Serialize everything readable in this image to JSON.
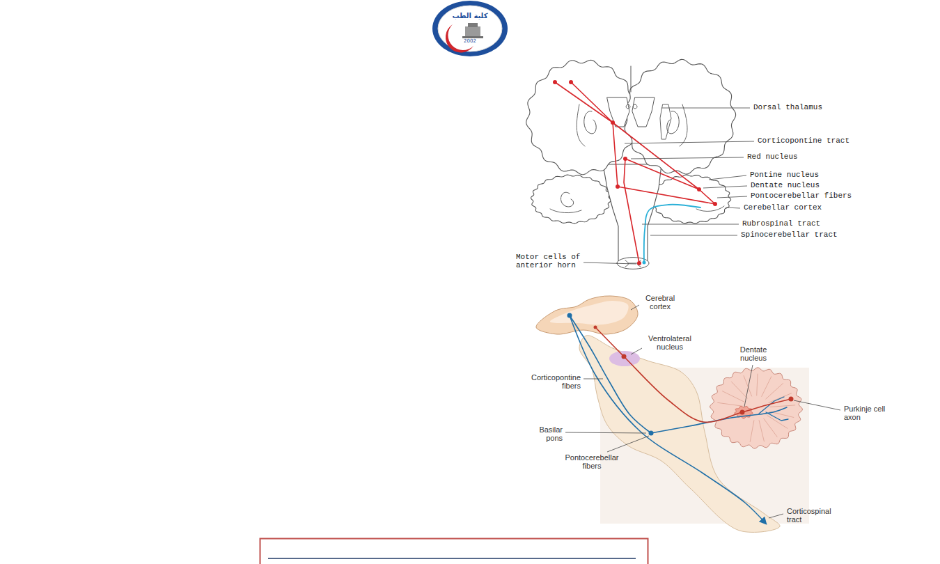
{
  "diagram": {
    "labels": [
      "كلية الطب",
      "2002",
      "Dorsal thalamus",
      "Corticopontine tract",
      "Red nucleus",
      "Pontine nucleus",
      "Dentate nucleus",
      "Pontocerebellar fibers",
      "Cerebellar cortex",
      "Rubrospinal tract",
      "Spinocerebellar tract",
      "Motor cells of anterior horn",
      "Cerebral cortex",
      "Ventrolateral nucleus",
      "Dentate nucleus",
      "Purkinje cell axon",
      "Corticopontine fibers",
      "Basilar pons",
      "Pontocerebellar fibers",
      "Corticospinal tract"
    ]
  }
}
